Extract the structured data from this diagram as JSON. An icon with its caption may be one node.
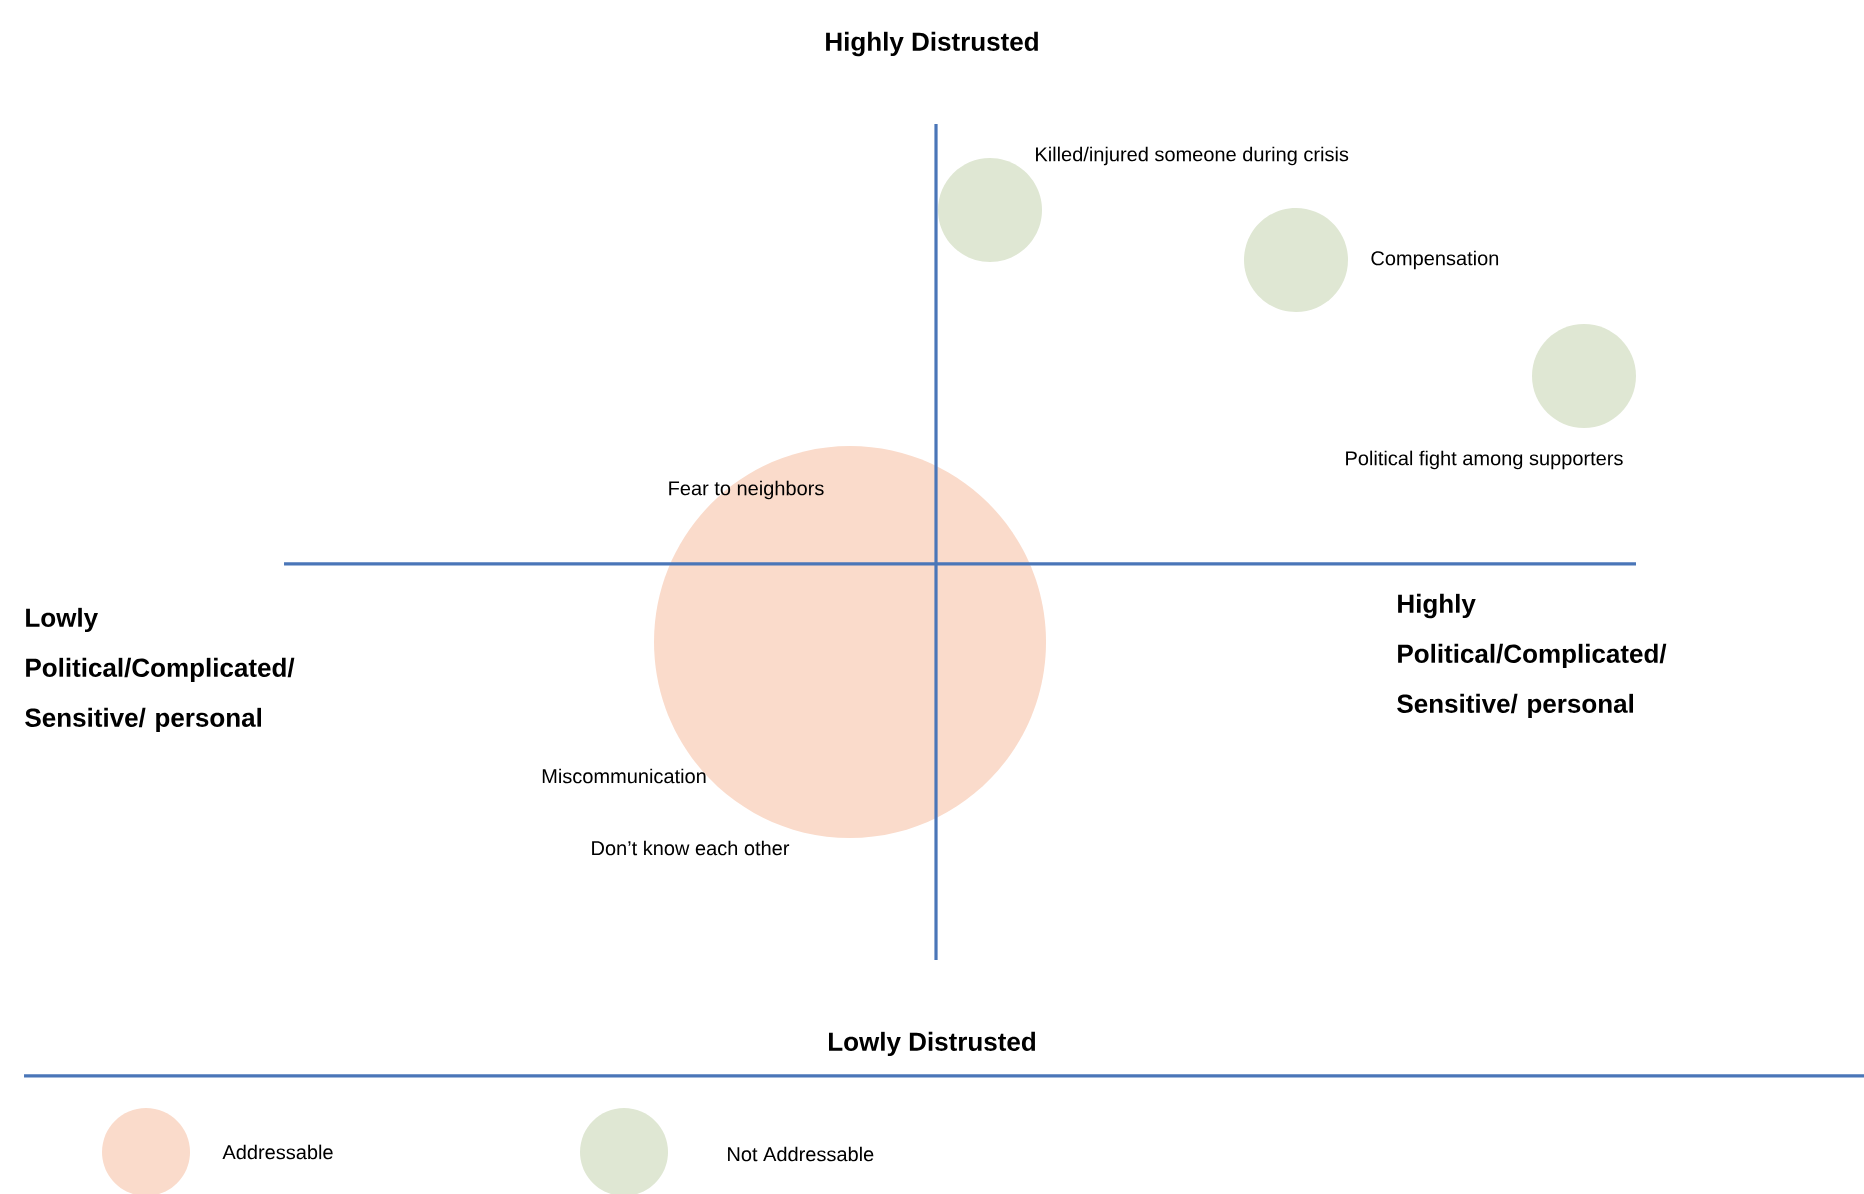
{
  "diagram": {
    "nodes": [
      {
        "text": [
          "Fear to neighbors",
          "Miscommunication",
          "Don’t know each other"
        ]
      },
      {
        "text": [],
        "shape": "circle",
        "beside": [
          "Killed/injured someone during crisis"
        ]
      },
      {
        "text": [],
        "shape": "circle",
        "beside": [
          "Compensation"
        ]
      },
      {
        "text": [],
        "shape": "circle",
        "beside": [
          "Political fight among supporters"
        ]
      }
    ],
    "edges": [],
    "labels": [
      "Highly Distrusted",
      "Lowly Political/Complicated/ Sensitive/ personal",
      "Highly Political/Complicated/ Sensitive/ personal",
      "Lowly Distrusted"
    ],
    "legend": [
      {
        "text": "Addressable",
        "color": "#fadbcb"
      },
      {
        "text": "Not Addressable",
        "color": "#dfe7d3"
      }
    ]
  }
}
